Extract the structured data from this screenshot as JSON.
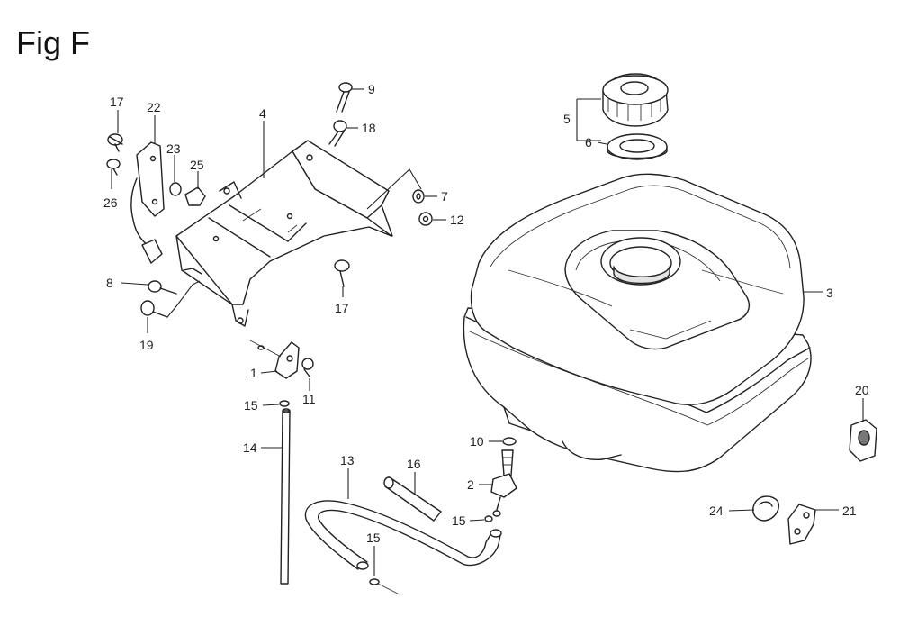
{
  "title": "Fig F",
  "callouts": [
    {
      "id": "c17a",
      "text": "17"
    },
    {
      "id": "c22",
      "text": "22"
    },
    {
      "id": "c23",
      "text": "23"
    },
    {
      "id": "c25",
      "text": "25"
    },
    {
      "id": "c26",
      "text": "26"
    },
    {
      "id": "c4",
      "text": "4"
    },
    {
      "id": "c9",
      "text": "9"
    },
    {
      "id": "c18",
      "text": "18"
    },
    {
      "id": "c7",
      "text": "7"
    },
    {
      "id": "c12",
      "text": "12"
    },
    {
      "id": "c8",
      "text": "8"
    },
    {
      "id": "c19",
      "text": "19"
    },
    {
      "id": "c17b",
      "text": "17"
    },
    {
      "id": "c1",
      "text": "1"
    },
    {
      "id": "c11",
      "text": "11"
    },
    {
      "id": "c15a",
      "text": "15"
    },
    {
      "id": "c14",
      "text": "14"
    },
    {
      "id": "c13",
      "text": "13"
    },
    {
      "id": "c16",
      "text": "16"
    },
    {
      "id": "c10",
      "text": "10"
    },
    {
      "id": "c2",
      "text": "2"
    },
    {
      "id": "c15b",
      "text": "15"
    },
    {
      "id": "c15c",
      "text": "15"
    },
    {
      "id": "c5",
      "text": "5"
    },
    {
      "id": "c6",
      "text": "6"
    },
    {
      "id": "c3",
      "text": "3"
    },
    {
      "id": "c20",
      "text": "20"
    },
    {
      "id": "c24",
      "text": "24"
    },
    {
      "id": "c21",
      "text": "21"
    }
  ]
}
